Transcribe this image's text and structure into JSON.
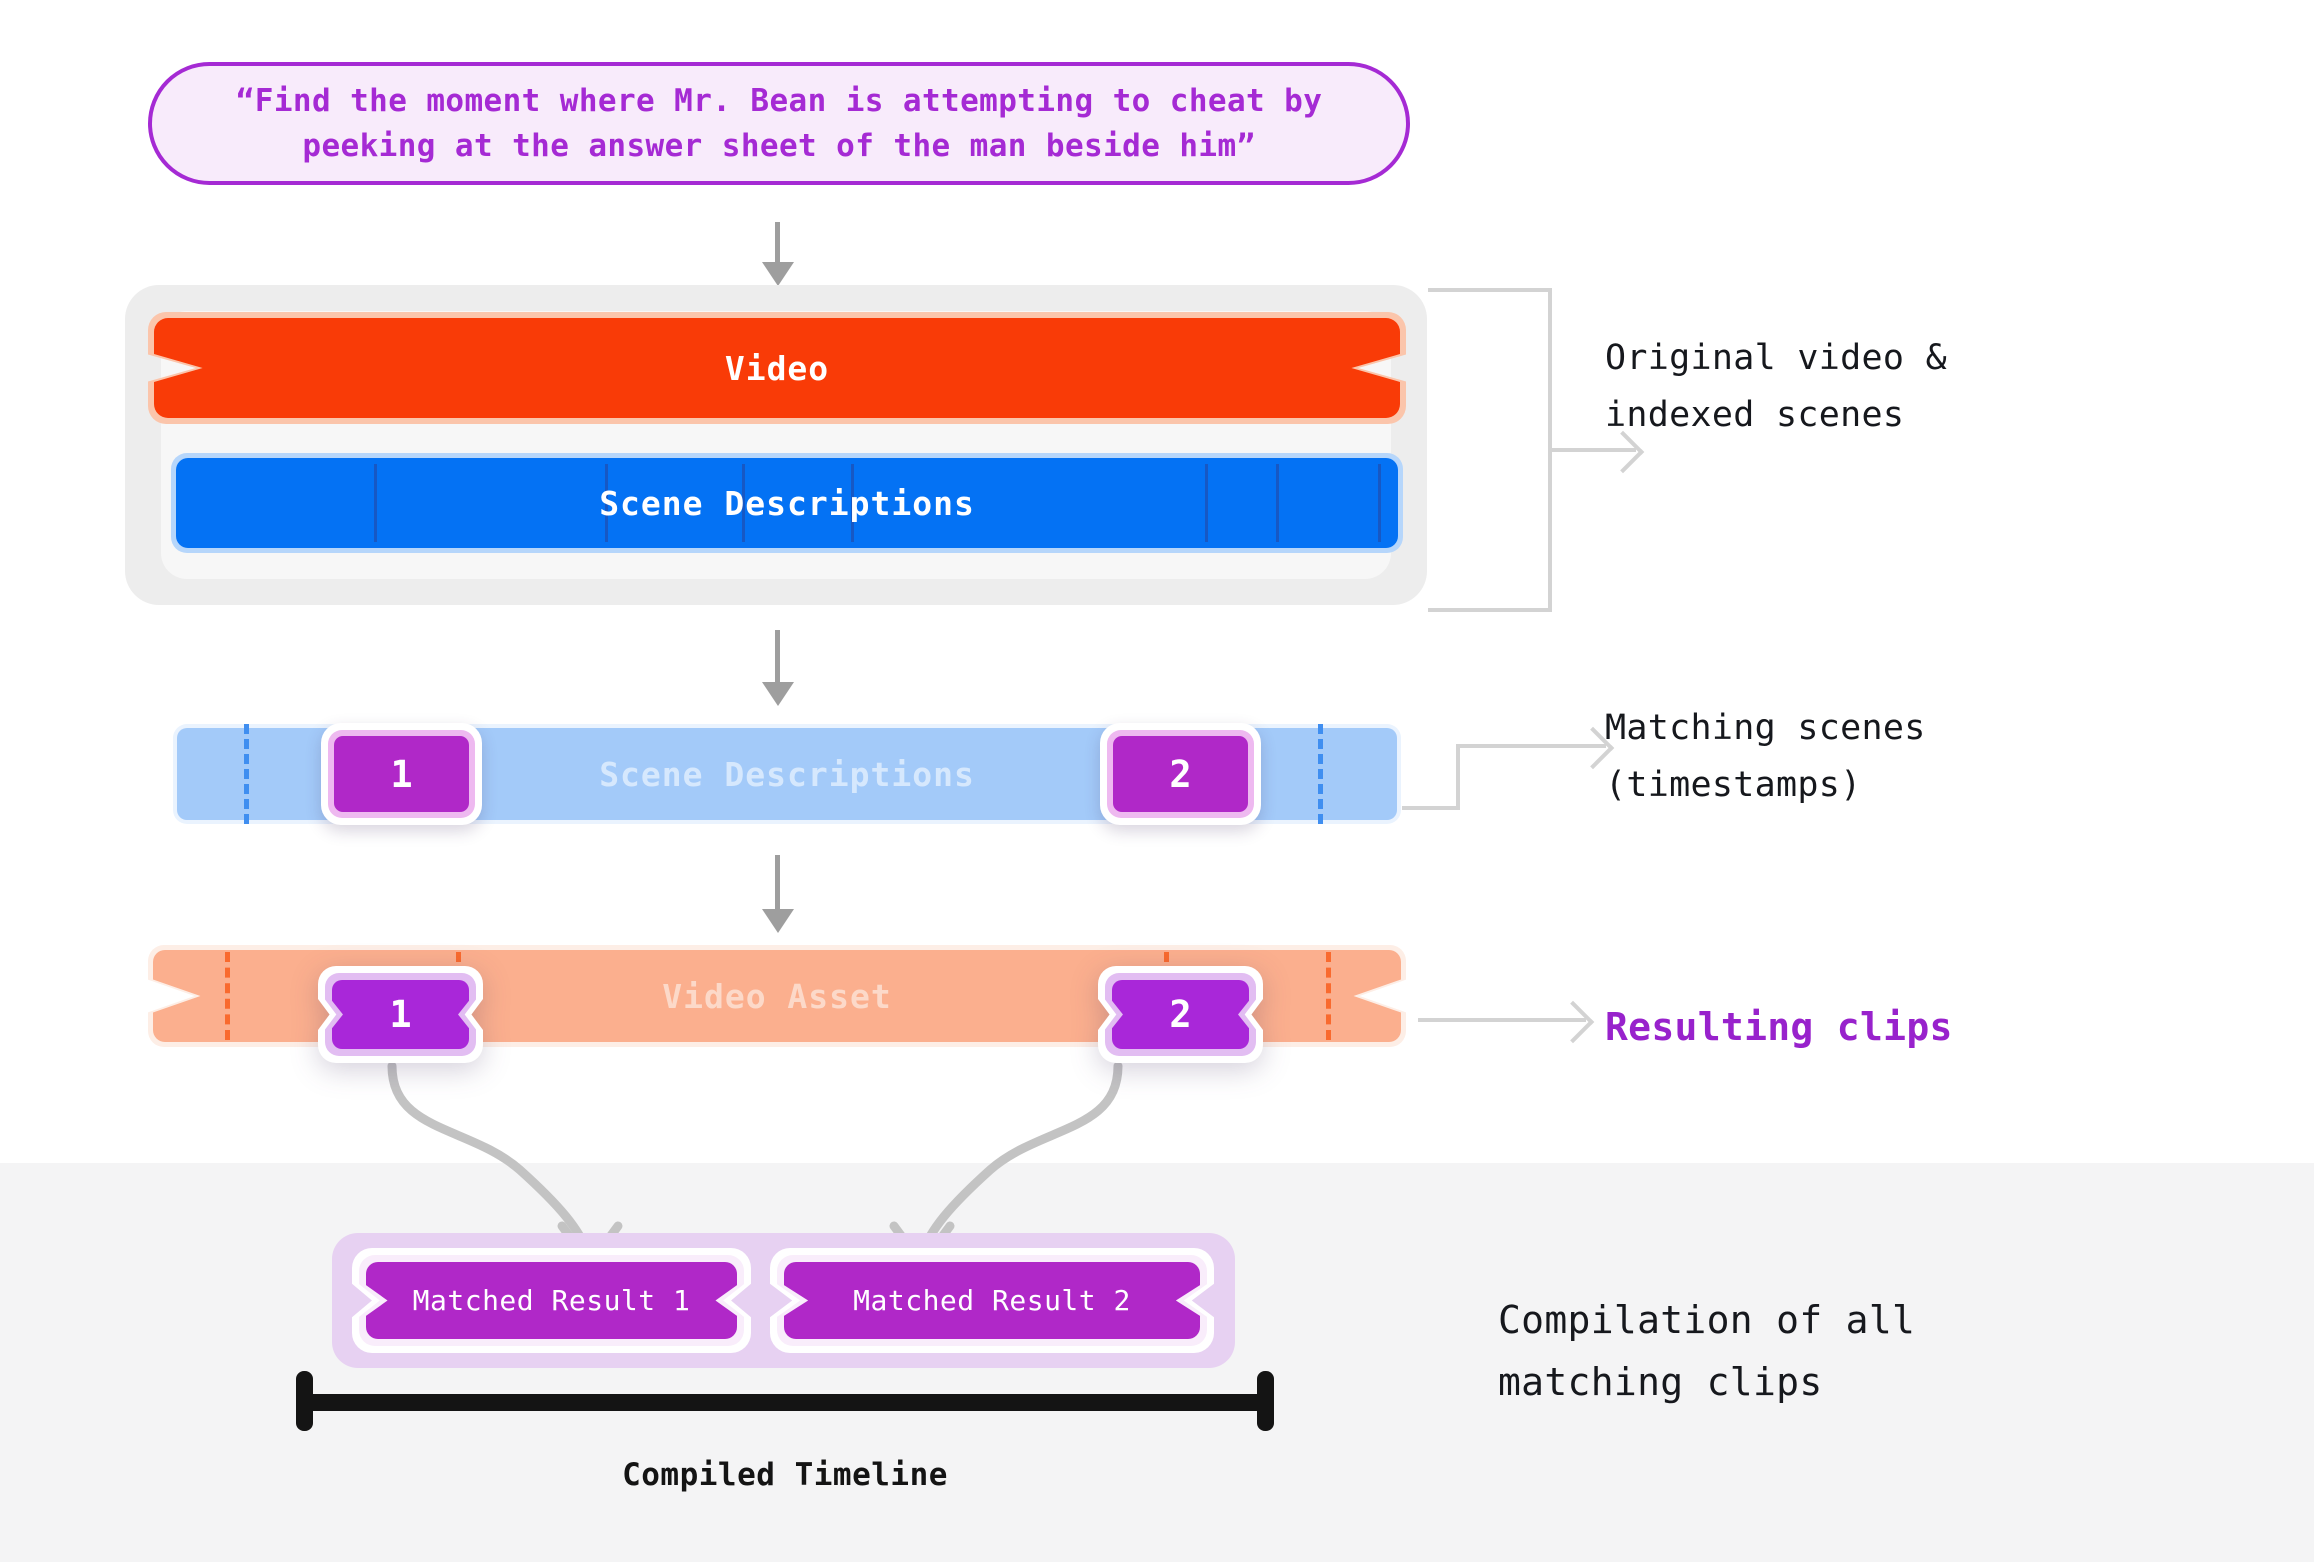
{
  "prompt": {
    "text": "“Find the moment where Mr. Bean is attempting to cheat by\npeeking at the answer sheet of the man beside him”",
    "border_color": "#a52ad4",
    "fill_color": "#f8ebfb"
  },
  "stage1": {
    "video_label": "Video",
    "video_color": "#f93b07",
    "scenes_label": "Scene Descriptions",
    "scenes_color": "#0472f4",
    "annotation": "Original video &\nindexed scenes"
  },
  "stage2": {
    "bar_label": "Scene Descriptions",
    "bar_color": "#a3caf9",
    "chips": [
      "1",
      "2"
    ],
    "chip_color": "#b028c8",
    "annotation": "Matching scenes\n(timestamps)"
  },
  "stage3": {
    "bar_label": "Video Asset",
    "bar_color": "#fbaf8e",
    "chips": [
      "1",
      "2"
    ],
    "chip_color": "#a927d9",
    "annotation": "Resulting clips",
    "annotation_color": "#9822cc"
  },
  "stage4": {
    "results": [
      "Matched Result 1",
      "Matched Result 2"
    ],
    "result_color": "#b028c8",
    "band_color": "#e7d1f2",
    "timeline_caption": "Compiled Timeline",
    "timeline_color": "#141414",
    "annotation": "Compilation of all\nmatching clips"
  },
  "icons": {
    "down_arrow": "down-arrow-icon",
    "right_arrow": "right-arrow-icon",
    "curved_arrow": "curved-arrow-icon"
  }
}
